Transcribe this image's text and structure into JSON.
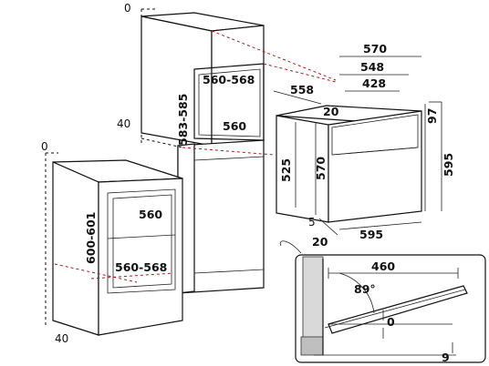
{
  "diagram": {
    "cabinet_tall": {
      "top_offset": "0",
      "opening_width": "560-568",
      "opening_height": "583-585",
      "depth": "560",
      "base_offset": "40"
    },
    "cabinet_under": {
      "top_offset": "0",
      "opening_height": "600-601",
      "depth": "560",
      "opening_width": "560-568",
      "base_offset": "40"
    },
    "oven": {
      "depth_total": "570",
      "depth_mid": "548",
      "depth_inner": "428",
      "depth_side": "558",
      "top_gap": "20",
      "top_right": "97",
      "height_total": "595",
      "height_body": "525",
      "height_front": "570",
      "bottom_left": "5",
      "bottom_gap": "20",
      "width_front": "595"
    },
    "detail": {
      "door_depth": "460",
      "angle": "89°",
      "zero": "0",
      "bottom": "9"
    }
  }
}
